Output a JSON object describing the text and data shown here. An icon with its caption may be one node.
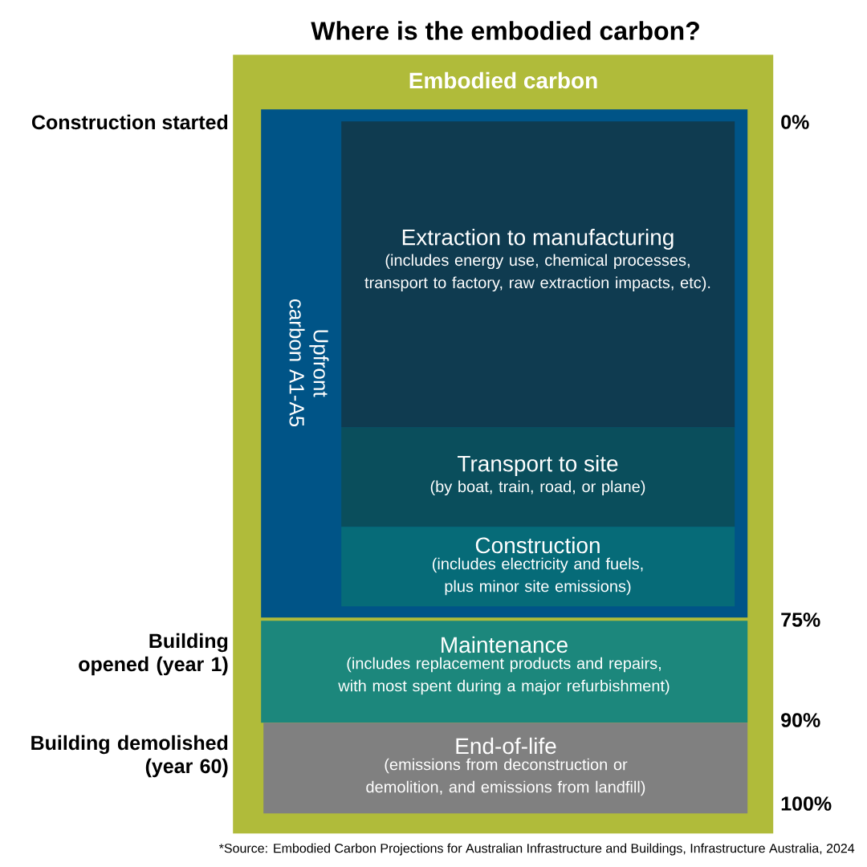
{
  "diagram": {
    "title": "Where is the embodied carbon?",
    "caption": "*Source: Embodied Carbon Projections for Australian Infrastructure and Buildings, Infrastructure Australia, 2024",
    "nodes": [
      {
        "text": [
          "Embodied carbon"
        ]
      },
      {
        "text": [
          "Upfront carbon A1-A5"
        ],
        "in": 0
      },
      {
        "text": [
          "Extraction to manufacturing",
          "(includes energy use, chemical processes, transport to factory, raw extraction impacts, etc)."
        ],
        "in": 1
      },
      {
        "text": [
          "Transport to site",
          "(by boat, train, road, or plane)"
        ],
        "in": 1
      },
      {
        "text": [
          "Construction",
          "(includes electricity and fuels, plus minor site emissions)"
        ],
        "in": 1
      },
      {
        "text": [
          "Maintenance",
          "(includes replacement products and repairs, with most spent during a major refurbishment)"
        ],
        "in": 0
      },
      {
        "text": [
          "End-of-life",
          "(emissions from deconstruction or demolition, and emissions from landfill)"
        ],
        "in": 0
      }
    ],
    "labels": [
      "Construction started",
      "0%",
      "75%",
      "Building opened (year 1)",
      "90%",
      "Building demolished (year 60)",
      "100%"
    ]
  }
}
